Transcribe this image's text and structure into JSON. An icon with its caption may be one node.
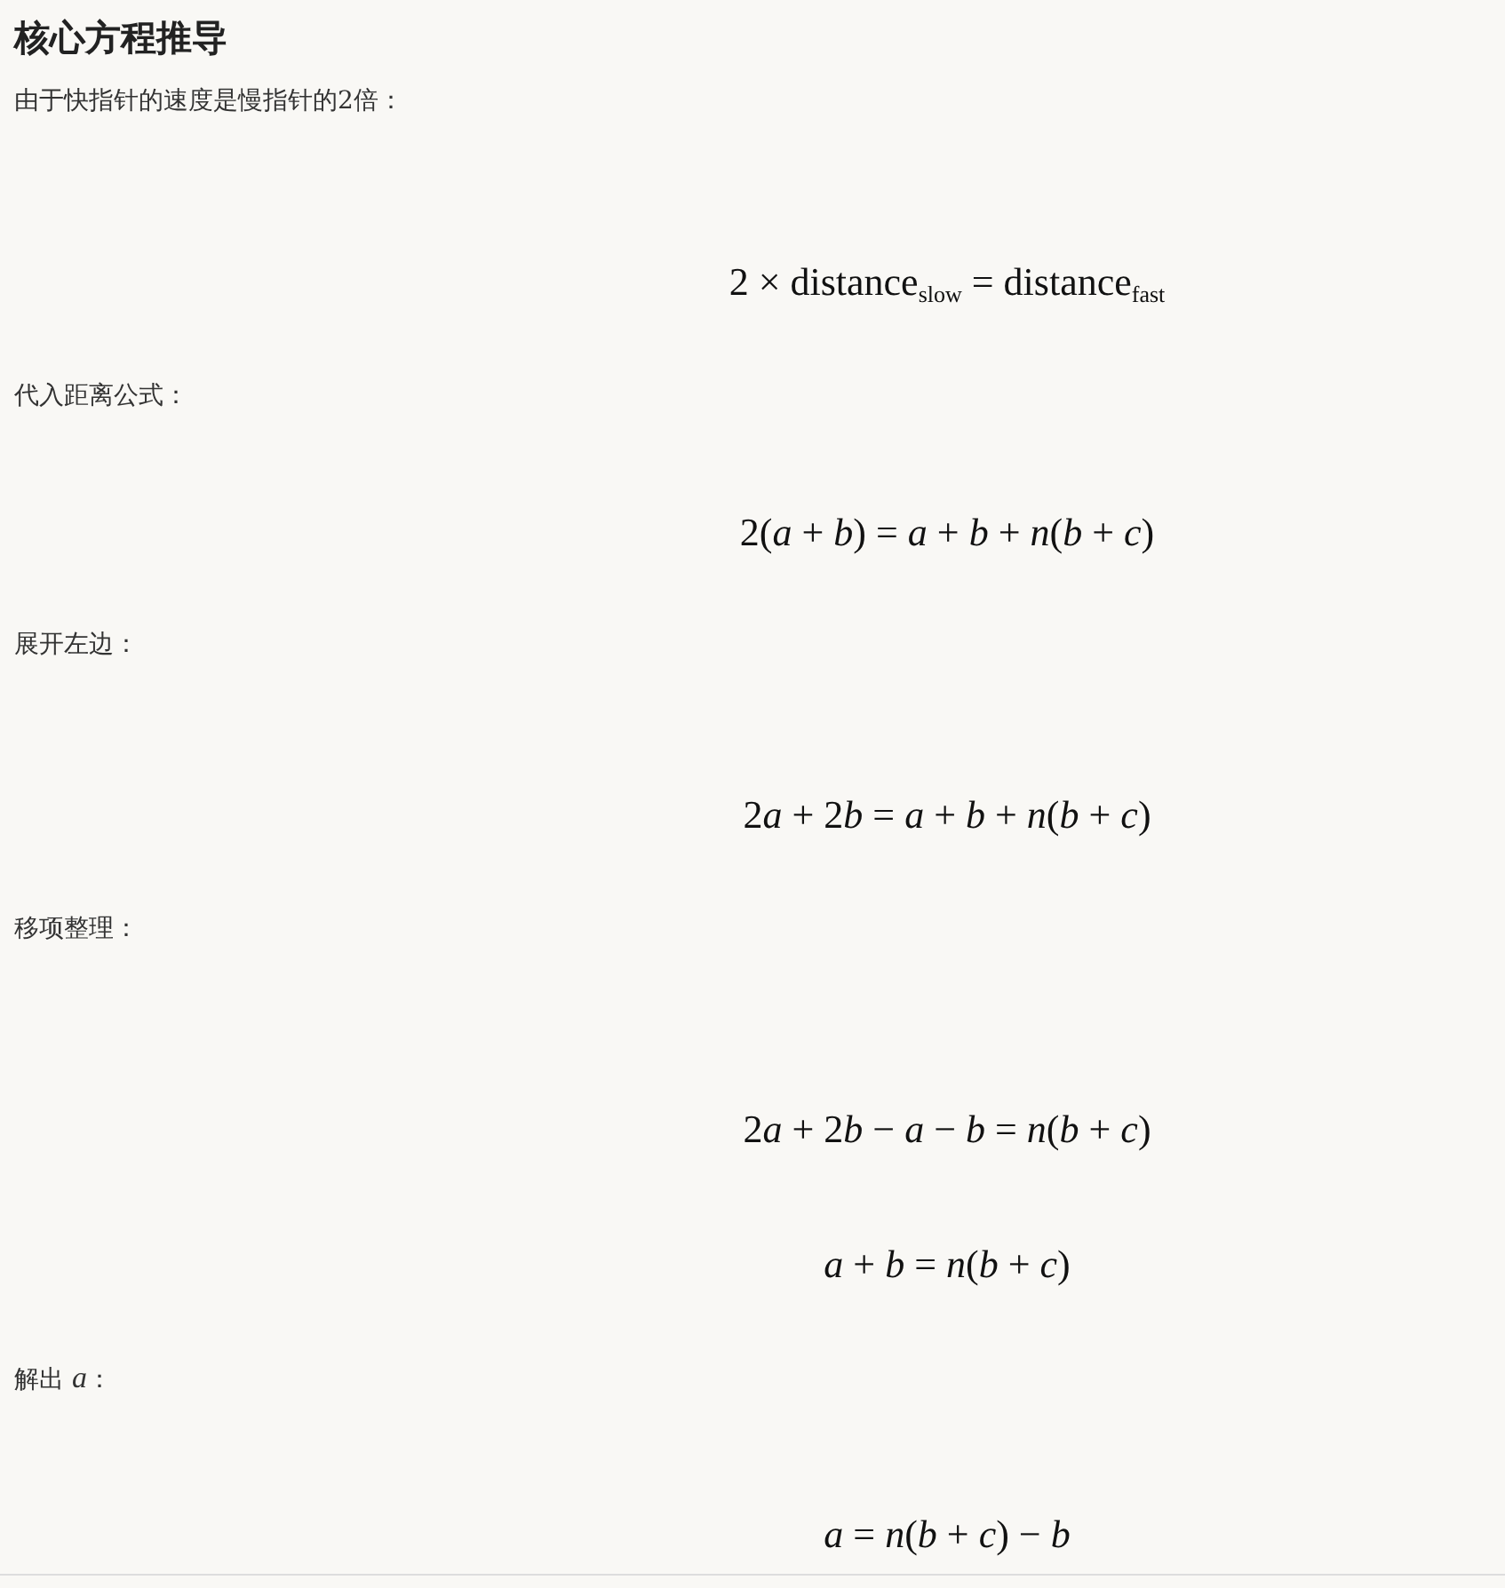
{
  "diagram": {
    "title": "核心方程推导",
    "labels": [
      "由于快指针的速度是慢指针的2倍：",
      "2 × distance$_{slow}$ = distance$_{fast}$",
      "代入距离公式：",
      "2(a + b) = a + b + n(b + c)",
      "展开左边：",
      "2a + 2b = a + b + n(b + c)",
      "移项整理：",
      "2a + 2b − a − b = n(b + c)",
      "a + b = n(b + c)",
      "解出 a：",
      "a = n(b + c) − b"
    ]
  }
}
